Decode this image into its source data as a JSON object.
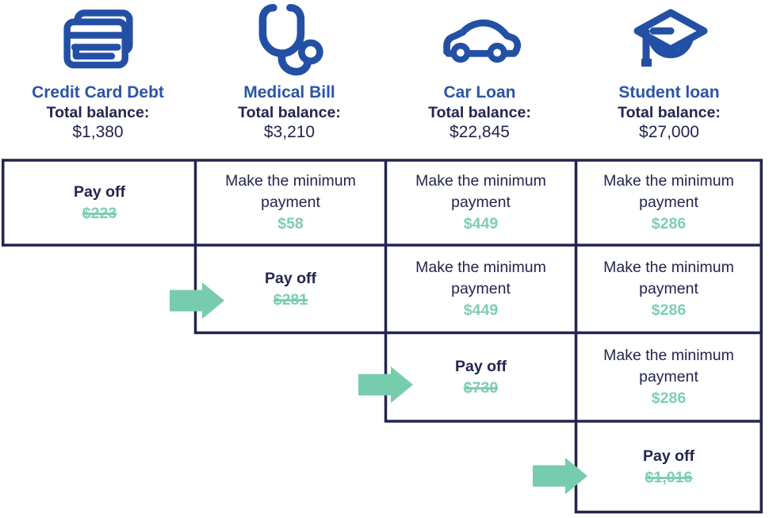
{
  "colors": {
    "navy": "#23254E",
    "title_blue": "#2A55A9",
    "icon_blue": "#2350A5",
    "green": "#7CCFB2",
    "arrow_green": "#77CCAE"
  },
  "debts": [
    {
      "icon": "credit-card-icon",
      "title": "Credit Card Debt",
      "balance_label": "Total balance:",
      "balance": "$1,380"
    },
    {
      "icon": "stethoscope-icon",
      "title": "Medical Bill",
      "balance_label": "Total balance:",
      "balance": "$3,210"
    },
    {
      "icon": "car-icon",
      "title": "Car Loan",
      "balance_label": "Total balance:",
      "balance": "$22,845"
    },
    {
      "icon": "graduation-cap-icon",
      "title": "Student loan",
      "balance_label": "Total balance:",
      "balance": "$27,000"
    }
  ],
  "plan": {
    "pay_off_label": "Pay off",
    "minimum_label": "Make the minimum payment",
    "cells": [
      {
        "row": 1,
        "col": 1,
        "debt": "Credit Card Debt",
        "action": "Pay off",
        "amount": "$223",
        "paid_off": true
      },
      {
        "row": 1,
        "col": 2,
        "debt": "Medical Bill",
        "action": "Make the minimum payment",
        "amount": "$58",
        "paid_off": false
      },
      {
        "row": 1,
        "col": 3,
        "debt": "Car Loan",
        "action": "Make the minimum payment",
        "amount": "$449",
        "paid_off": false
      },
      {
        "row": 1,
        "col": 4,
        "debt": "Student loan",
        "action": "Make the minimum payment",
        "amount": "$286",
        "paid_off": false
      },
      {
        "row": 2,
        "col": 2,
        "debt": "Medical Bill",
        "action": "Pay off",
        "amount": "$281",
        "paid_off": true
      },
      {
        "row": 2,
        "col": 3,
        "debt": "Car Loan",
        "action": "Make the minimum payment",
        "amount": "$449",
        "paid_off": false
      },
      {
        "row": 2,
        "col": 4,
        "debt": "Student loan",
        "action": "Make the minimum payment",
        "amount": "$286",
        "paid_off": false
      },
      {
        "row": 3,
        "col": 3,
        "debt": "Car Loan",
        "action": "Pay off",
        "amount": "$730",
        "paid_off": true
      },
      {
        "row": 3,
        "col": 4,
        "debt": "Student loan",
        "action": "Make the minimum payment",
        "amount": "$286",
        "paid_off": false
      },
      {
        "row": 4,
        "col": 4,
        "debt": "Student loan",
        "action": "Pay off",
        "amount": "$1,016",
        "paid_off": true
      }
    ],
    "arrow_icon": "arrow-right-icon"
  }
}
